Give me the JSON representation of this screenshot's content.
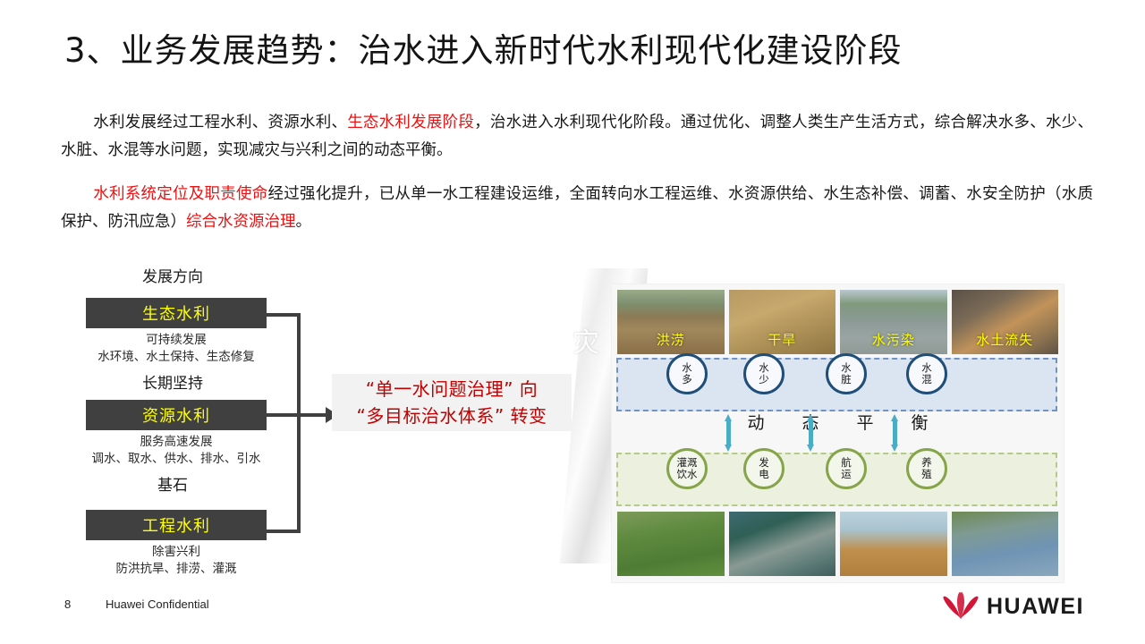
{
  "slide": {
    "title": "3、业务发展趋势：治水进入新时代水利现代化建设阶段",
    "paragraphs": {
      "p1_a": "水利发展经过工程水利、资源水利、",
      "p1_red": "生态水利发展阶段",
      "p1_b": "，治水进入水利现代化阶段。通过优化、调整人类生产生活方式，综合解决水多、水少、水脏、水混等水问题，实现减灾与兴利之间的动态平衡。",
      "p2_red1": "水利系统定位及职责使命",
      "p2_a": "经过强化提升，已从单一水工程建设运维，全面转向水工程运维、水资源供给、水生态补偿、调蓄、水安全防护（水质保护、防汛应急）",
      "p2_red2": "综合水资源治理",
      "p2_b": "。"
    }
  },
  "left_diagram": {
    "top_heading": "发展方向",
    "stages": [
      {
        "box_label": "生态水利",
        "desc_line1": "可持续发展",
        "desc_line2": "水环境、水土保持、生态修复"
      },
      {
        "box_label": "资源水利",
        "desc_line1": "服务高速发展",
        "desc_line2": "调水、取水、供水、排水、引水"
      },
      {
        "box_label": "工程水利",
        "desc_line1": "除害兴利",
        "desc_line2": "防洪抗旱、排涝、灌溉"
      }
    ],
    "separators": [
      "长期坚持",
      "基石"
    ],
    "box_color": "#404040",
    "box_text_color": "#ffff00"
  },
  "callout": {
    "line1": "“单一水问题治理”  向",
    "line2": "“多目标治水体系”  转变",
    "text_color": "#c00000",
    "background": "#f2f2f2"
  },
  "watermark": {
    "character": "灾"
  },
  "right_panel": {
    "problem_photos": [
      {
        "label": "洪涝",
        "icon": "flood-photo"
      },
      {
        "label": "干旱",
        "icon": "drought-photo"
      },
      {
        "label": "水污染",
        "icon": "water-pollution-photo"
      },
      {
        "label": "水土流失",
        "icon": "soil-erosion-photo"
      }
    ],
    "problem_nodes": [
      {
        "line1": "水",
        "line2": "多"
      },
      {
        "line1": "水",
        "line2": "少"
      },
      {
        "line1": "水",
        "line2": "脏"
      },
      {
        "line1": "水",
        "line2": "混"
      }
    ],
    "balance_text": "动 态 平 衡",
    "benefit_nodes": [
      {
        "line1": "灌溉",
        "line2": "饮水"
      },
      {
        "line1": "发",
        "line2": "电"
      },
      {
        "line1": "航",
        "line2": "运"
      },
      {
        "line1": "养",
        "line2": "殖"
      }
    ],
    "benefit_photos": [
      {
        "label": "",
        "icon": "irrigation-photo"
      },
      {
        "label": "",
        "icon": "dam-photo"
      },
      {
        "label": "",
        "icon": "shipping-photo"
      },
      {
        "label": "",
        "icon": "aquaculture-photo"
      }
    ],
    "blue_band_color": "#dbe5f1",
    "blue_border_color": "#6f93c4",
    "green_band_color": "#ebf0df",
    "green_border_color": "#b4cb86",
    "arrow_color": "#4bacc6"
  },
  "footer": {
    "page_number": "8",
    "confidential": "Huawei Confidential",
    "brand": "HUAWEI",
    "brand_color": "#cf0a2c"
  }
}
